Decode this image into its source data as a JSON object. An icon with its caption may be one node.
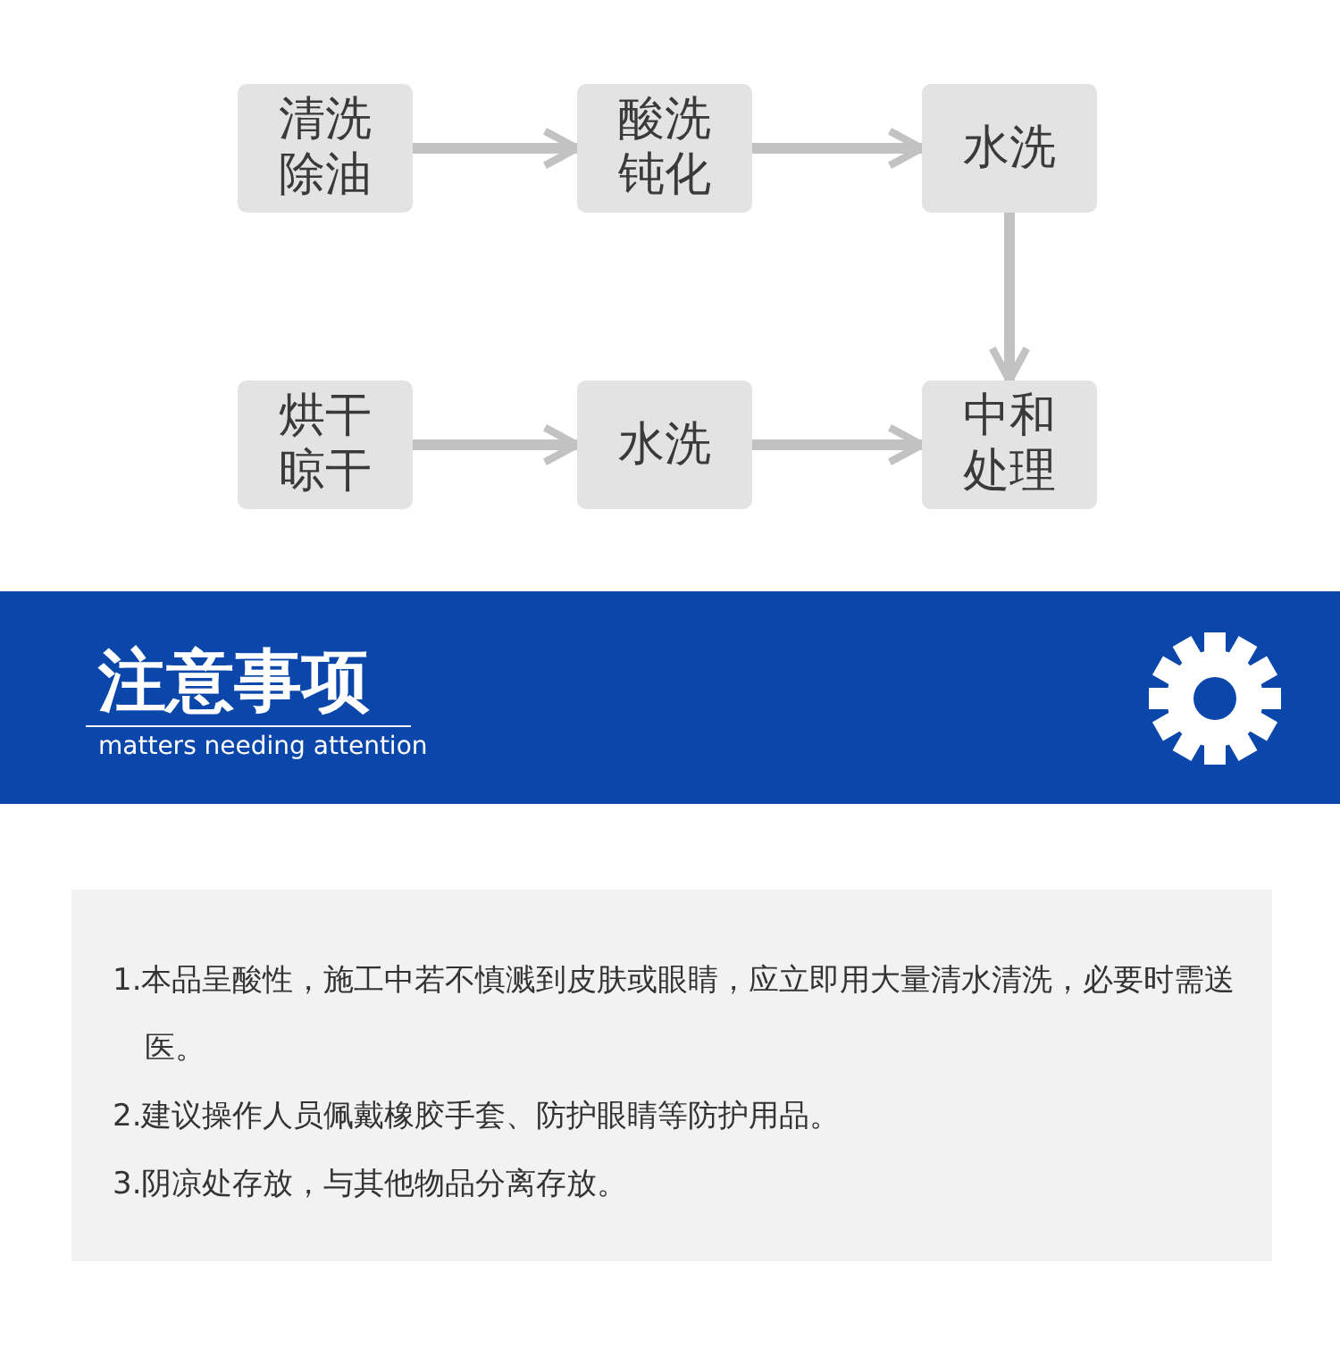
{
  "diagram": {
    "nodes": [
      {
        "text": [
          "清洗除油"
        ]
      },
      {
        "text": [
          "酸洗钝化"
        ]
      },
      {
        "text": [
          "水洗"
        ]
      },
      {
        "text": [
          "烘干晾干"
        ]
      },
      {
        "text": [
          "水洗"
        ]
      },
      {
        "text": [
          "中和处理"
        ]
      }
    ],
    "edges": [
      {
        "from": 0,
        "to": 1,
        "arrow": "to"
      },
      {
        "from": 1,
        "to": 2,
        "arrow": "to"
      },
      {
        "from": 2,
        "to": 5,
        "arrow": "to"
      },
      {
        "from": 3,
        "to": 4,
        "arrow": "to"
      },
      {
        "from": 4,
        "to": 5,
        "arrow": "to"
      }
    ],
    "labels": [
      "注意事项",
      "matters needing attention",
      "1.本品呈酸性，施工中若不慎溅到皮肤或眼睛，应立即用大量清水清洗，必要时需送医。",
      "2.建议操作人员佩戴橡胶手套、防护眼睛等防护用品。",
      "3.阴凉处存放，与其他物品分离存放。"
    ]
  }
}
